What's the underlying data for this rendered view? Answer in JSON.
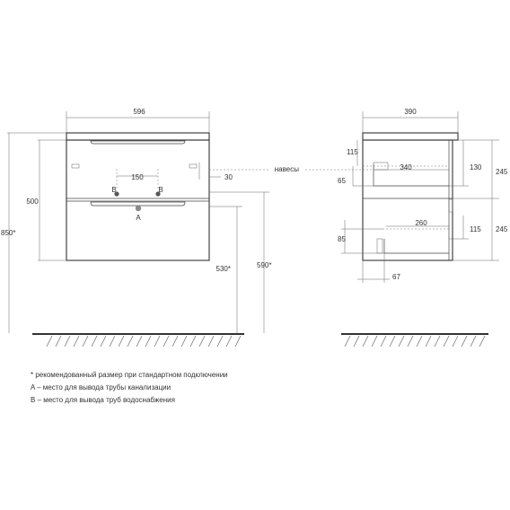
{
  "front": {
    "width": "596",
    "height_body": "500",
    "gap_b": "150",
    "offset_30": "30",
    "height_530": "530*",
    "height_590": "590*",
    "height_850": "850*",
    "label_a": "A",
    "label_b1": "B",
    "label_b2": "B"
  },
  "side": {
    "depth": "390",
    "d115_top": "115",
    "d340": "340",
    "d130": "130",
    "d245_top": "245",
    "d65": "65",
    "d260": "260",
    "d115_bottom": "115",
    "d245_bottom": "245",
    "d85": "85",
    "d67": "67",
    "hinges_label": "навесы"
  },
  "notes": {
    "recommended": "* рекомендованный размер при стандартном подключении",
    "point_a": "A – место для вывода трубы канализации",
    "point_b": "B – место для вывода труб водоснабжения"
  }
}
